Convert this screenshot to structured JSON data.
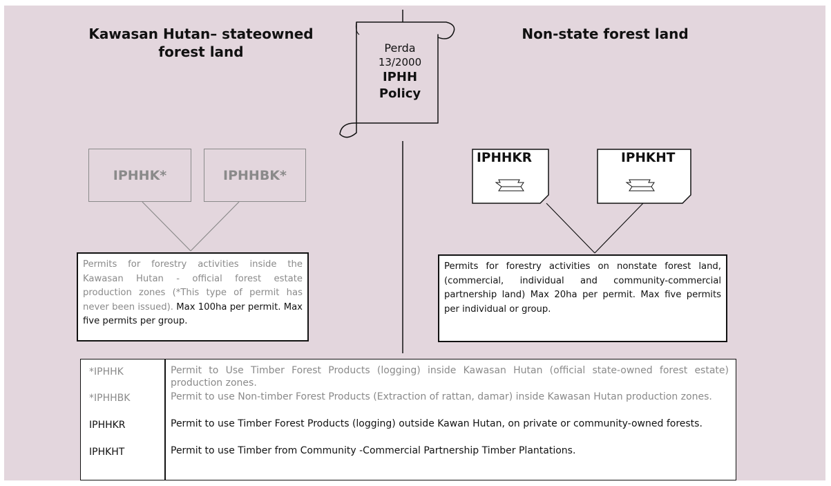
{
  "left_heading": "Kawasan Hutan– stateowned forest land",
  "right_heading": "Non-state forest land",
  "policy": {
    "line1": "Perda",
    "line2": "13/2000",
    "line3": "IPHH",
    "line4": "Policy"
  },
  "left_permits": [
    {
      "label": "IPHHK*"
    },
    {
      "label": "IPHHBK*"
    }
  ],
  "right_permits": [
    {
      "label": "IPHHKR"
    },
    {
      "label": "IPHKHT"
    }
  ],
  "left_description": {
    "gray_part": "Permits for forestry activities inside the Kawasan Hutan - official forest estate production zones (*This type of permit has never been issued).",
    "dark_part": "Max 100ha per permit. Max five permits per group."
  },
  "right_description": "Permits for forestry activities on nonstate forest land, (commercial, individual and community-commercial partnership land) Max 20ha per permit. Max five permits per individual or group.",
  "legend": [
    {
      "code": "*IPHHK",
      "definition": "Permit to Use Timber Forest Products (logging) inside Kawasan Hutan (official state-owned forest estate) production zones.",
      "style": "gray"
    },
    {
      "code": "*IPHHBK",
      "definition": "Permit to use Non-timber Forest Products (Extraction of rattan, damar) inside Kawasan Hutan production zones.",
      "style": "gray"
    },
    {
      "code": "IPHHKR",
      "definition": "Permit to use Timber Forest Products (logging) outside Kawan Hutan, on private or community-owned forests.",
      "style": "dark"
    },
    {
      "code": "IPHKHT",
      "definition": "Permit to use Timber from Community -Commercial Partnership Timber Plantations.",
      "style": "dark"
    }
  ],
  "colors": {
    "background": "#e3d6dd",
    "gray_text": "#8a8a8a",
    "dark_text": "#111111"
  }
}
